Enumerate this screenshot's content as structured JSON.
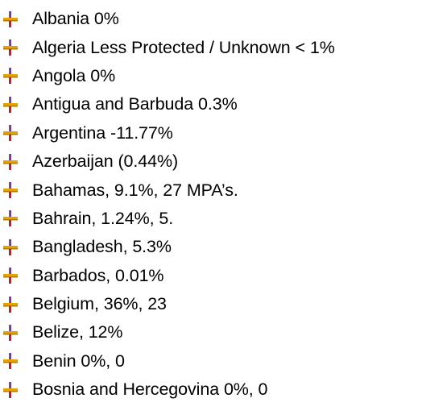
{
  "list": {
    "items": [
      {
        "icon": "pushpin-icon",
        "text": "Albania 0%"
      },
      {
        "icon": "pushpin-icon",
        "text": "Algeria Less Protected / Unknown < 1%"
      },
      {
        "icon": "pushpin-icon",
        "text": "Angola 0%"
      },
      {
        "icon": "pushpin-icon",
        "text": "Antigua and Barbuda 0.3%"
      },
      {
        "icon": "pushpin-icon",
        "text": "Argentina -11.77%"
      },
      {
        "icon": "pushpin-icon",
        "text": "Azerbaijan (0.44%)"
      },
      {
        "icon": "pushpin-icon",
        "text": "Bahamas, 9.1%, 27 MPA’s."
      },
      {
        "icon": "pushpin-icon",
        "text": "Bahrain, 1.24%, 5."
      },
      {
        "icon": "pushpin-icon",
        "text": "Bangladesh, 5.3%"
      },
      {
        "icon": "pushpin-icon",
        "text": "Barbados, 0.01%"
      },
      {
        "icon": "pushpin-icon",
        "text": "Belgium, 36%, 23"
      },
      {
        "icon": "pushpin-icon",
        "text": "Belize, 12%"
      },
      {
        "icon": "pushpin-icon",
        "text": "Benin 0%, 0"
      },
      {
        "icon": "pushpin-icon",
        "text": "Bosnia and Hercegovina 0%, 0"
      }
    ]
  },
  "colors": {
    "bullet_gold": "#e8a200",
    "bullet_purple": "#6a2a8c",
    "bullet_red": "#c0202a",
    "text": "#000000"
  }
}
